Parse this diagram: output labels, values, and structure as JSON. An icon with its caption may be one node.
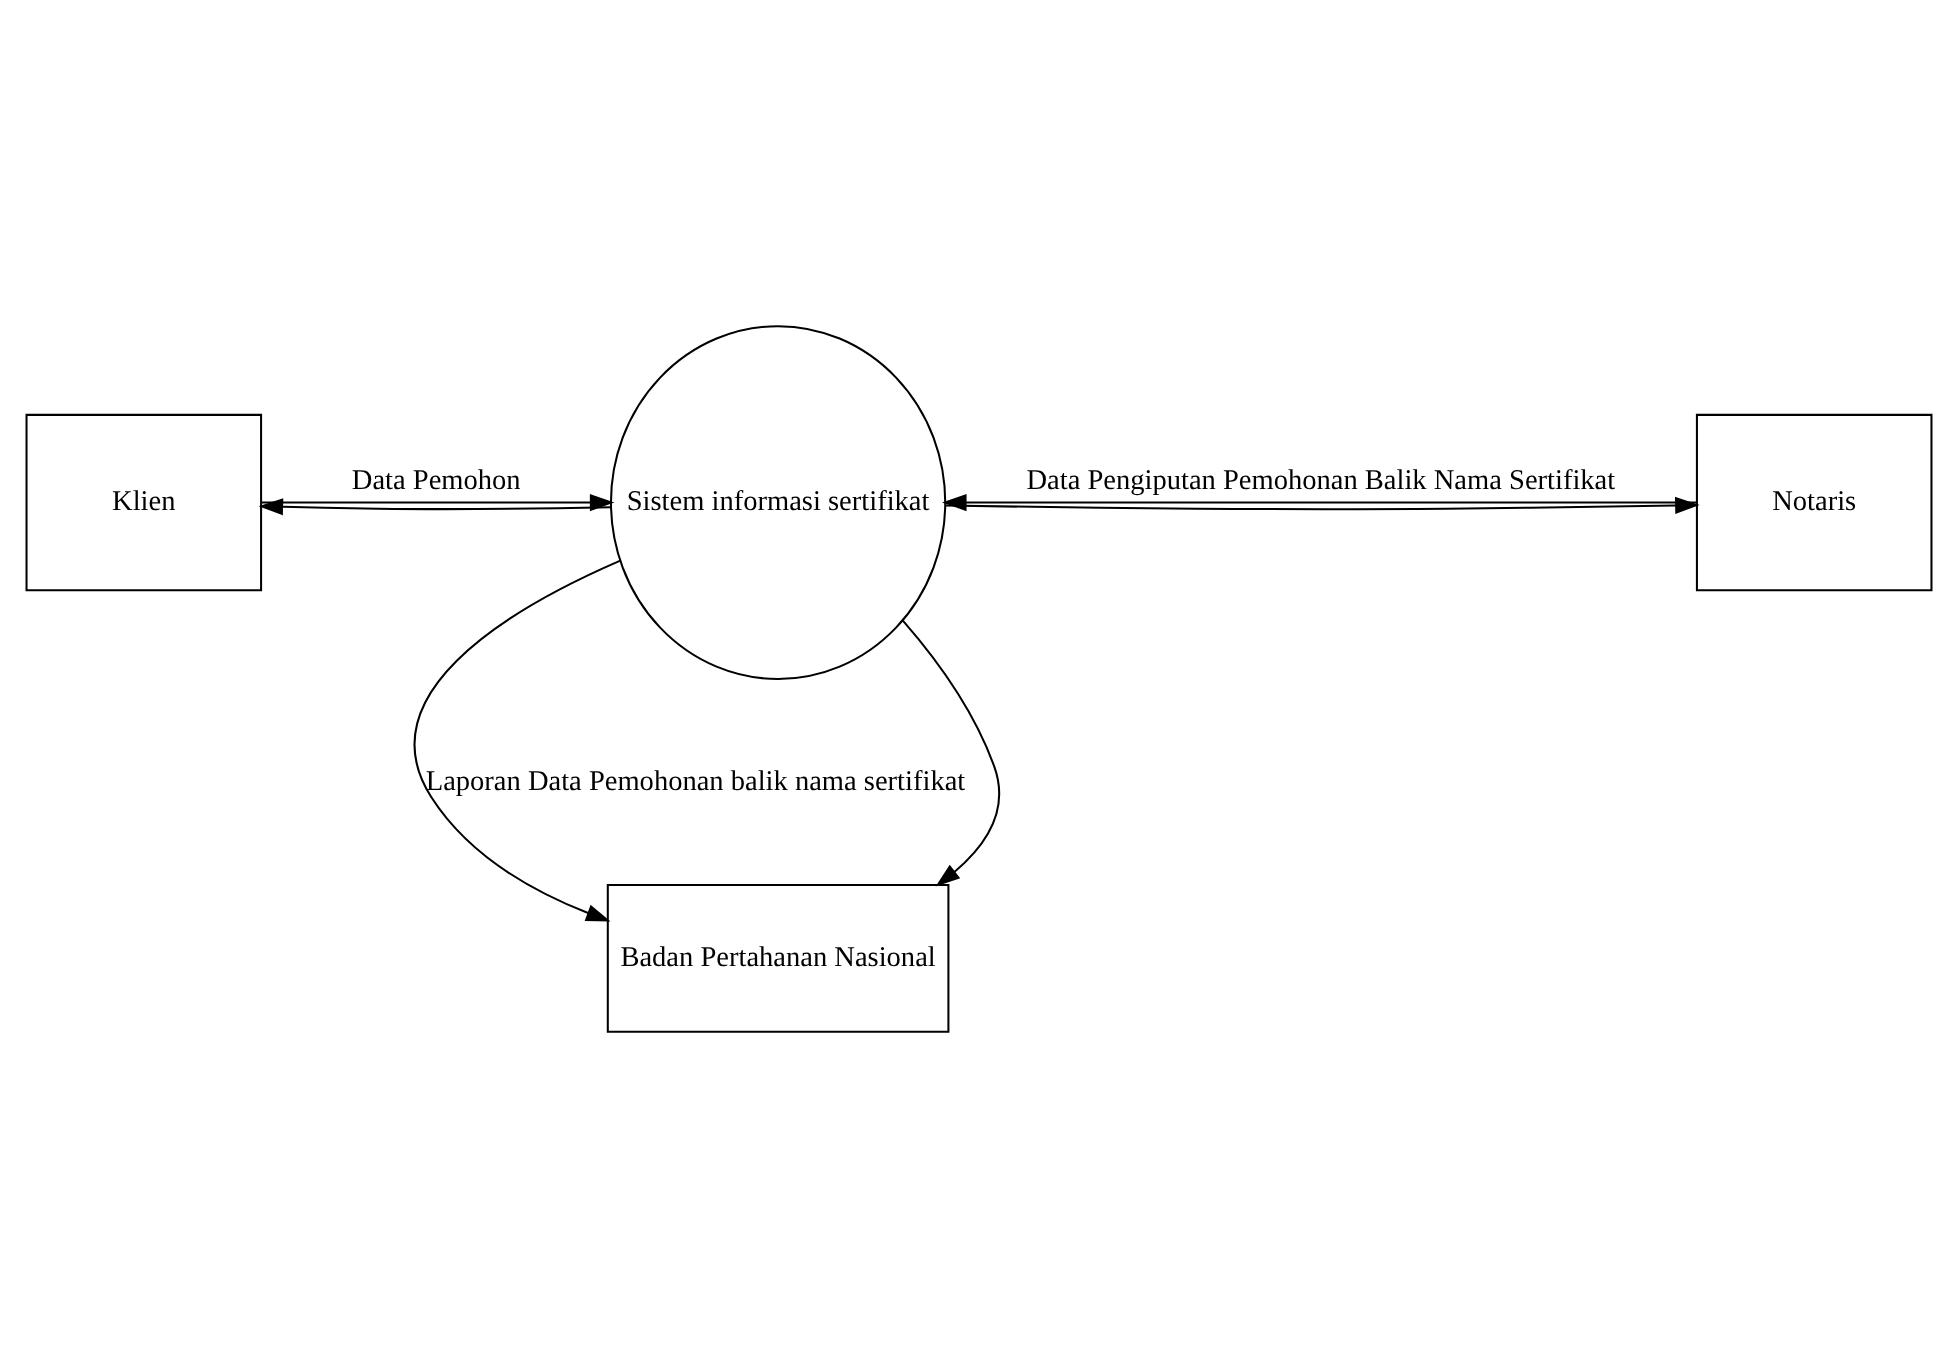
{
  "diagram": {
    "nodes": [
      {
        "text": [
          "Klien"
        ]
      },
      {
        "text": [
          "Sistem informasi sertifikat"
        ]
      },
      {
        "text": [
          "Notaris"
        ]
      },
      {
        "text": [
          "Badan Pertahanan Nasional"
        ]
      }
    ],
    "edges": [
      {
        "from": 0,
        "to": 1,
        "arrow": "to",
        "label": "Data Pemohon"
      },
      {
        "from": 1,
        "to": 0,
        "arrow": "to"
      },
      {
        "from": 2,
        "to": 1,
        "arrow": "to",
        "label": "Data Pengiputan Pemohonan Balik Nama Sertifikat"
      },
      {
        "from": 1,
        "to": 2,
        "arrow": "to"
      },
      {
        "from": 1,
        "to": 3,
        "arrow": "to",
        "label": "Laporan Data Pemohonan balik nama sertifikat"
      },
      {
        "from": 1,
        "to": 3,
        "arrow": "to"
      }
    ]
  }
}
